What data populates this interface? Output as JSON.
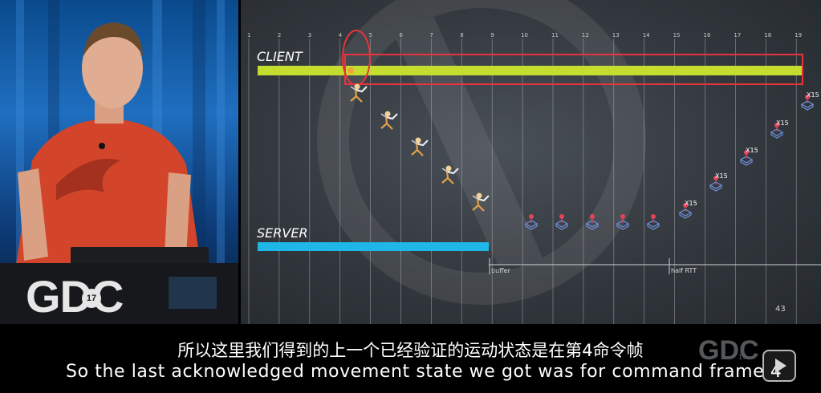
{
  "speaker_panel": {
    "logo_text": "GDC",
    "logo_number": "17"
  },
  "slide": {
    "client_label": "CLIENT",
    "server_label": "SERVER",
    "frame_ticks": [
      "1",
      "2",
      "3",
      "4",
      "5",
      "6",
      "7",
      "8",
      "9",
      "10",
      "11",
      "12",
      "13",
      "14",
      "15",
      "16",
      "17",
      "18",
      "19"
    ],
    "buffer_label": "buffer",
    "half_rtt_label": "half RTT",
    "page_number": "43",
    "badge_text": "X15",
    "client_bar_color": "#c5dd2e",
    "server_bar_color": "#1fb7e8",
    "highlight_color": "#e8333b"
  },
  "subtitles": {
    "chinese": "所以这里我们得到的上一个已经验证的运动状态是在第4命令帧",
    "english": "So the last acknowledged movement state we got was for command frame 4"
  },
  "watermark": {
    "logo_text": "GDC",
    "logo_number": "17"
  }
}
